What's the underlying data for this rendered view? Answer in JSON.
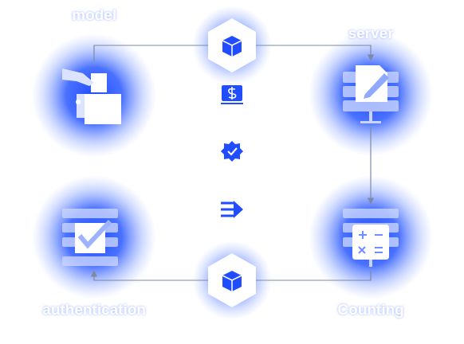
{
  "diagram": {
    "nodes": [
      {
        "text": [
          "model"
        ]
      },
      {
        "text": [
          "server"
        ]
      },
      {
        "text": [
          "authentication"
        ]
      },
      {
        "text": [
          "Counting"
        ]
      }
    ],
    "edges": [
      {
        "from": 0,
        "to": 1,
        "arrow": "to"
      },
      {
        "from": 1,
        "to": 3,
        "arrow": "to"
      },
      {
        "from": 3,
        "to": 2,
        "arrow": "to"
      }
    ]
  }
}
